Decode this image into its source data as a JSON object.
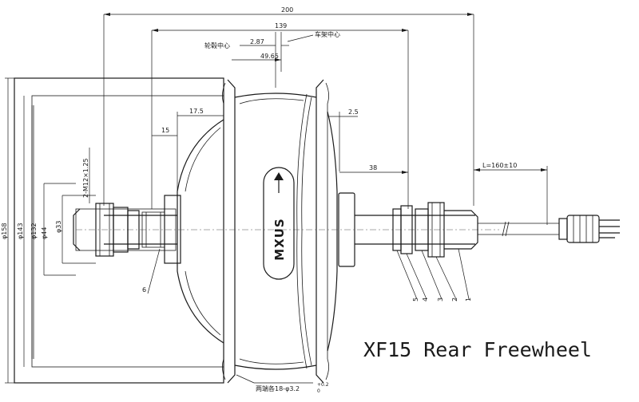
{
  "title": "XF15 Rear Freewheel",
  "brand": "MXUS",
  "dims": {
    "overall_width": "200",
    "hub_width": "139",
    "offset_small": "2.87",
    "offset_large": "49.65",
    "left_flange": "17.5",
    "left_spacer": "15",
    "right_spacer": "2.5",
    "right_axle": "38",
    "cable_length": "L=160±10",
    "thread": "2-M12×1.25",
    "dia_158": "φ158",
    "dia_143": "φ143",
    "dia_132": "φ132",
    "dia_44": "φ44",
    "dia_33": "φ33",
    "spoke_holes": "两端各18-φ3.2",
    "spoke_tol_upper": "+0.2",
    "spoke_tol_lower": "0"
  },
  "labels": {
    "hub_center": "轮毂中心",
    "frame_center": "车架中心"
  },
  "parts": [
    "6",
    "5",
    "4",
    "3",
    "2",
    "1"
  ],
  "icons": [
    "arrow-up-icon"
  ]
}
